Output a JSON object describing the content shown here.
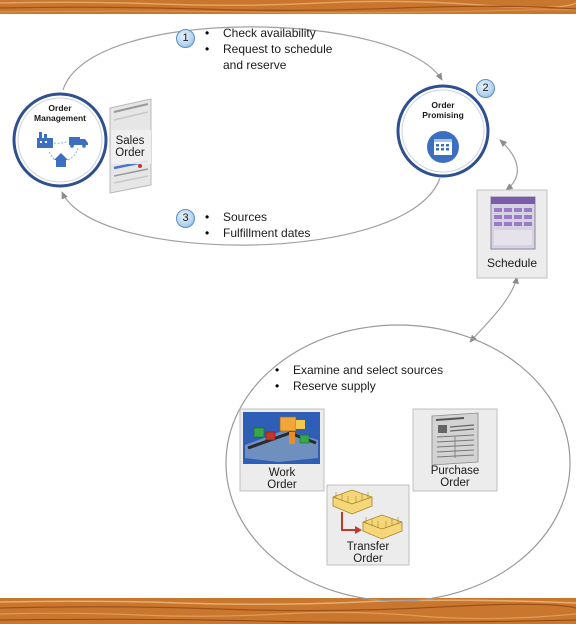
{
  "steps": {
    "step1": {
      "number": "1",
      "bullets": [
        "Check availability",
        "Request to schedule",
        "and reserve"
      ]
    },
    "step2": {
      "number": "2"
    },
    "step3": {
      "number": "3",
      "bullets": [
        "Sources",
        "Fulfillment dates"
      ]
    }
  },
  "nodes": {
    "order_management": {
      "title_line1": "Order",
      "title_line2": "Management"
    },
    "order_promising": {
      "title_line1": "Order",
      "title_line2": "Promising"
    }
  },
  "documents": {
    "sales_order": {
      "line1": "Sales",
      "line2": "Order"
    },
    "schedule": {
      "label": "Schedule"
    },
    "work_order": {
      "line1": "Work",
      "line2": "Order"
    },
    "purchase_order": {
      "line1": "Purchase",
      "line2": "Order"
    },
    "transfer_order": {
      "line1": "Transfer",
      "line2": "Order"
    }
  },
  "supply": {
    "bullets": [
      "Examine and select sources",
      "Reserve  supply"
    ]
  },
  "colors": {
    "node_ring": "#2f4f8f",
    "icon_blue": "#3d6fc0",
    "arrow_gray": "#8c8c8c",
    "wood": "#c9772e"
  }
}
